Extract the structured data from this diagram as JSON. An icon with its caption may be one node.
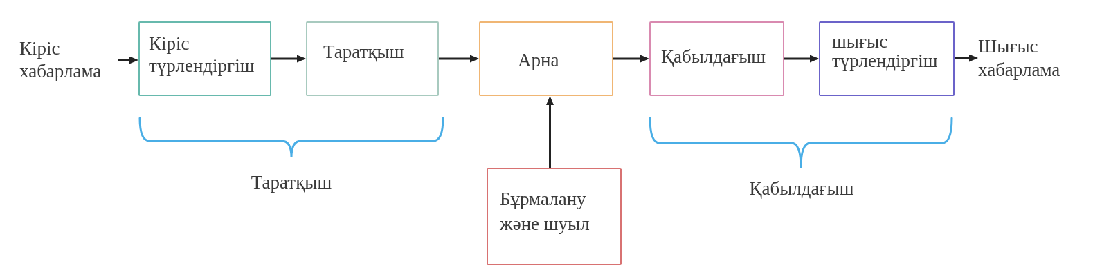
{
  "diagram": {
    "nodes": [
      {
        "text": [
          "Кіріс хабарлама"
        ]
      },
      {
        "text": [
          "Кіріс түрлендіргіш"
        ]
      },
      {
        "text": [
          "Таратқыш"
        ]
      },
      {
        "text": [
          "Арна"
        ]
      },
      {
        "text": [
          "Қабылдағыш"
        ]
      },
      {
        "text": [
          "шығыс түрлендіргіш"
        ]
      },
      {
        "text": [
          "Шығыс хабарлама"
        ]
      },
      {
        "text": [
          "Бұрмалану және шуыл"
        ]
      }
    ],
    "edges": [
      {
        "from": 0,
        "to": 1,
        "arrow": "to"
      },
      {
        "from": 1,
        "to": 2,
        "arrow": "to"
      },
      {
        "from": 2,
        "to": 3,
        "arrow": "to"
      },
      {
        "from": 3,
        "to": 4,
        "arrow": "to"
      },
      {
        "from": 4,
        "to": 5,
        "arrow": "to"
      },
      {
        "from": 5,
        "to": 6,
        "arrow": "to"
      },
      {
        "from": 7,
        "to": 3,
        "arrow": "to"
      }
    ],
    "labels": [
      "Таратқыш",
      "Қабылдағыш"
    ]
  }
}
